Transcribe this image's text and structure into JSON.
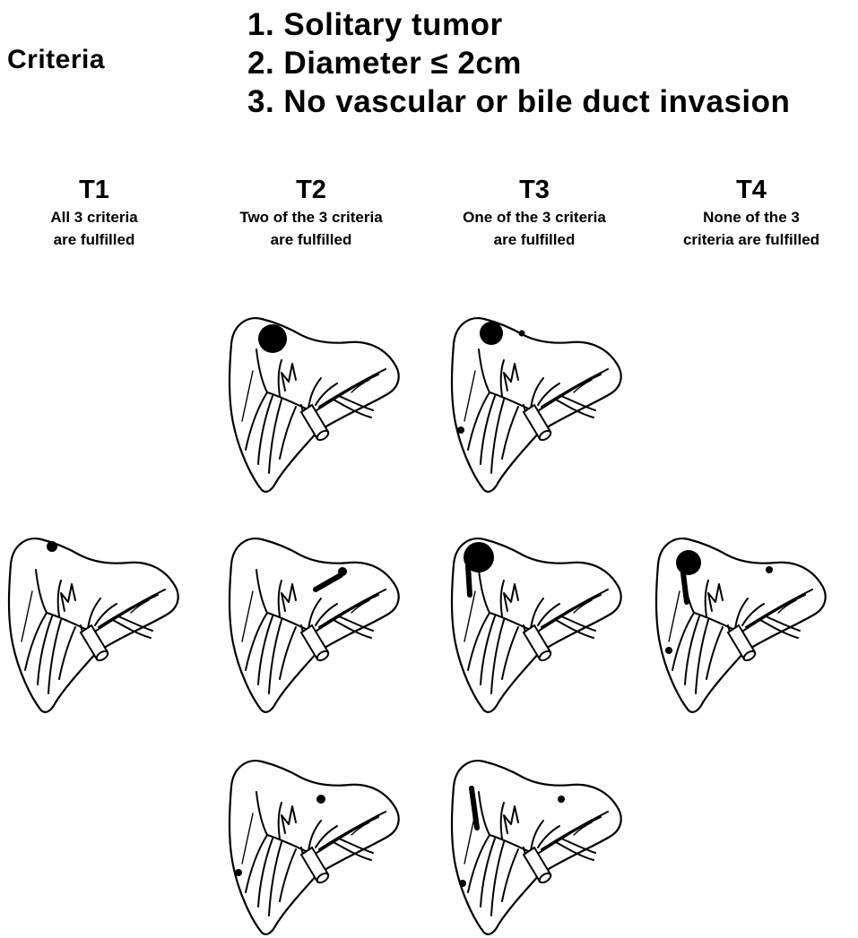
{
  "criteria": {
    "title": "Criteria",
    "items": [
      "1. Solitary tumor",
      "2. Diameter  ≤ 2cm",
      "3. No vascular or bile duct invasion"
    ]
  },
  "stages": [
    {
      "label": "T1",
      "description_line1": "All 3 criteria",
      "description_line2": "are fulfilled"
    },
    {
      "label": "T2",
      "description_line1": "Two of the 3 criteria",
      "description_line2": "are fulfilled"
    },
    {
      "label": "T3",
      "description_line1": "One of the 3 criteria",
      "description_line2": "are fulfilled"
    },
    {
      "label": "T4",
      "description_line1": "None of the 3",
      "description_line2": "criteria are fulfilled"
    }
  ],
  "diagrams": [
    {
      "stage": "T2",
      "row": 1,
      "tumors": "single large",
      "invasion": false
    },
    {
      "stage": "T3",
      "row": 1,
      "tumors": "multiple, one large",
      "invasion": false
    },
    {
      "stage": "T1",
      "row": 2,
      "tumors": "single small",
      "invasion": false
    },
    {
      "stage": "T2",
      "row": 2,
      "tumors": "single small",
      "invasion": true
    },
    {
      "stage": "T3",
      "row": 2,
      "tumors": "single large",
      "invasion": true
    },
    {
      "stage": "T4",
      "row": 2,
      "tumors": "multiple, one large",
      "invasion": true
    },
    {
      "stage": "T2",
      "row": 3,
      "tumors": "multiple small",
      "invasion": false
    },
    {
      "stage": "T3",
      "row": 3,
      "tumors": "multiple small",
      "invasion": true
    }
  ]
}
